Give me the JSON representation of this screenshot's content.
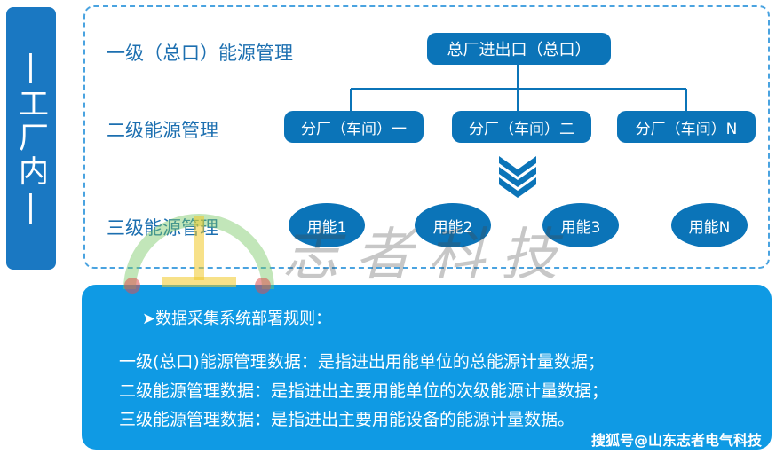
{
  "side": {
    "label": "|工厂内|"
  },
  "levels": {
    "l1": "一级（总口）能源管理",
    "l2": "二级能源管理",
    "l3": "三级能源管理"
  },
  "top_node": "总厂进出口（总口）",
  "branches": [
    "分厂（车间）一",
    "分厂（车间）二",
    "分厂（车间）N"
  ],
  "units": [
    "用能1",
    "用能2",
    "用能3",
    "用能N"
  ],
  "rules": {
    "title": "➤数据采集系统部署规则：",
    "line1": "一级(总口)能源管理数据：是指进出用能单位的总能源计量数据；",
    "line2": "二级能源管理数据：是指进出主要用能单位的次级能源计量数据；",
    "line3": "三级能源管理数据：是指进出主要用能设备的能源计量数据。"
  },
  "watermark": "志者科技",
  "source": "搜狐号@山东志者电气科技",
  "colors": {
    "primary": "#0b74b8",
    "panel": "#0f9ae4",
    "label": "#1c6fb0"
  }
}
